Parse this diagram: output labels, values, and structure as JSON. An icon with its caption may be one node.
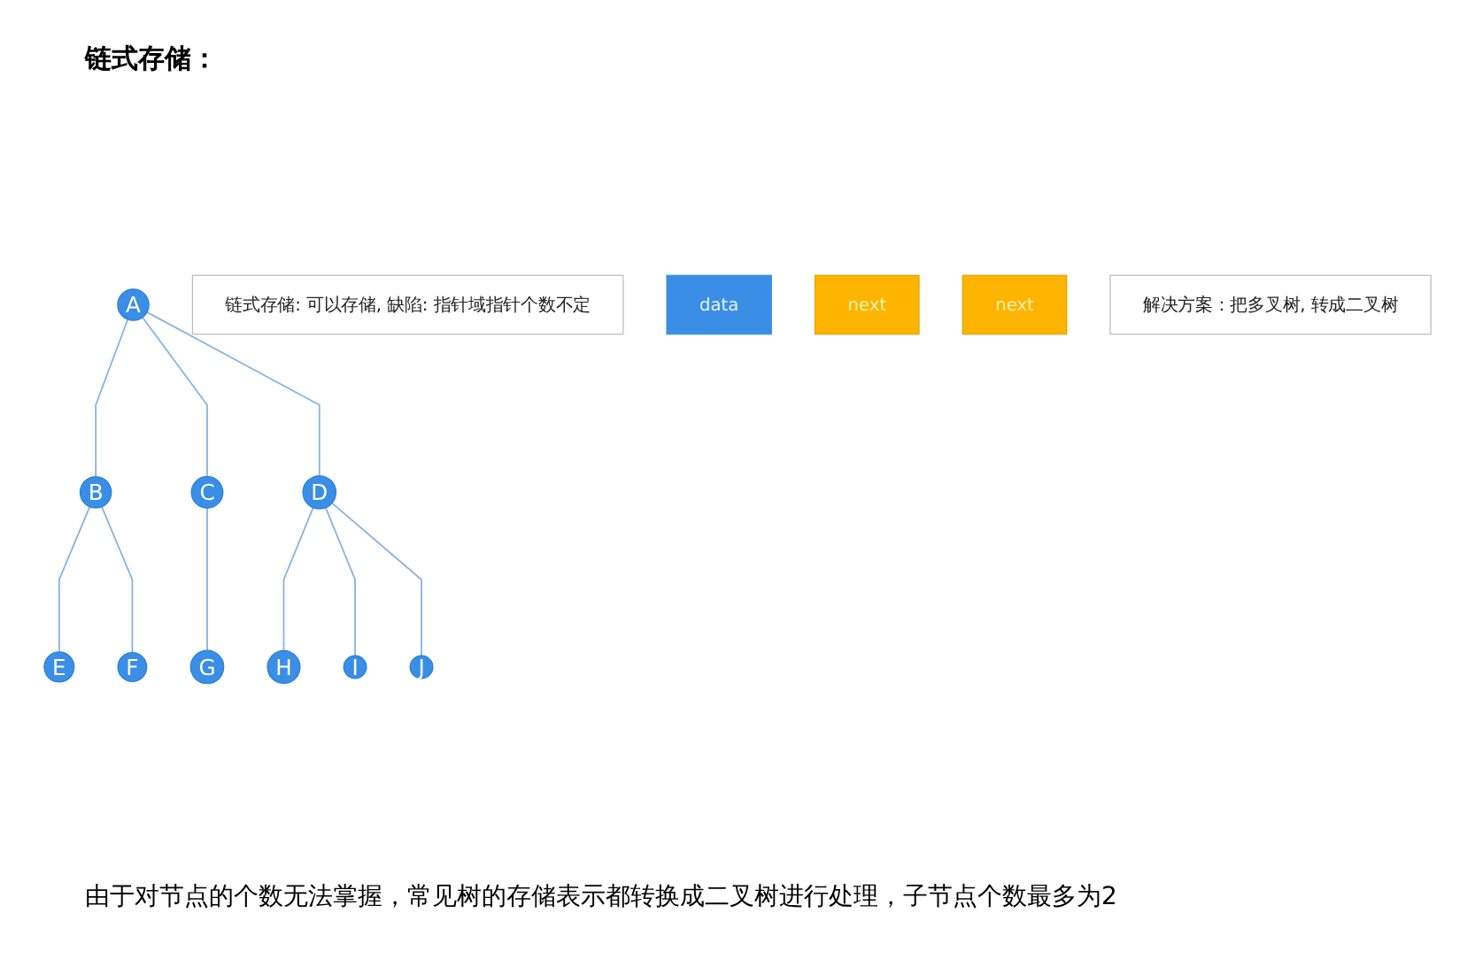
{
  "diagram": {
    "title": "链式存储：",
    "caption": "由于对节点的个数无法掌握，常见树的存储表示都转换成二叉树进行处理，子节点个数最多为2",
    "nodes": [
      {
        "text": [
          "A"
        ]
      },
      {
        "text": [
          "B"
        ]
      },
      {
        "text": [
          "C"
        ]
      },
      {
        "text": [
          "D"
        ]
      },
      {
        "text": [
          "E"
        ]
      },
      {
        "text": [
          "F"
        ]
      },
      {
        "text": [
          "G"
        ]
      },
      {
        "text": [
          "H"
        ]
      },
      {
        "text": [
          "I"
        ]
      },
      {
        "text": [
          "J"
        ]
      },
      {
        "text": [
          "链式存储: 可以存储, 缺陷: 指针域指针个数不定"
        ]
      },
      {
        "text": [
          "data"
        ]
      },
      {
        "text": [
          "next"
        ]
      },
      {
        "text": [
          "next"
        ]
      },
      {
        "text": [
          "解决方案：把多叉树, 转成二叉树"
        ]
      }
    ],
    "edges": [
      {
        "from": 0,
        "to": 1,
        "arrow": "none"
      },
      {
        "from": 0,
        "to": 2,
        "arrow": "none"
      },
      {
        "from": 0,
        "to": 3,
        "arrow": "none"
      },
      {
        "from": 1,
        "to": 4,
        "arrow": "none"
      },
      {
        "from": 1,
        "to": 5,
        "arrow": "none"
      },
      {
        "from": 2,
        "to": 6,
        "arrow": "none"
      },
      {
        "from": 3,
        "to": 7,
        "arrow": "none"
      },
      {
        "from": 3,
        "to": 8,
        "arrow": "none"
      },
      {
        "from": 3,
        "to": 9,
        "arrow": "none"
      }
    ]
  }
}
